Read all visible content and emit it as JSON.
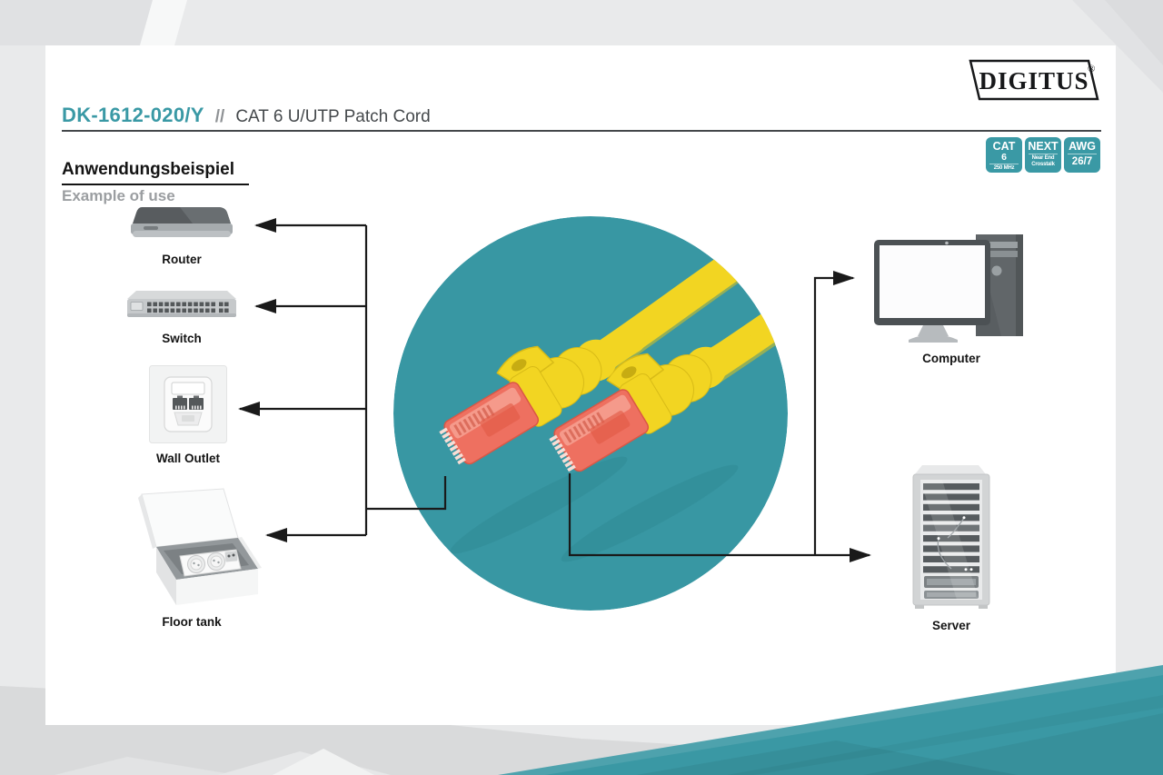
{
  "brand": {
    "logo_text": "DIGITUS",
    "registered": "®"
  },
  "header": {
    "sku": "DK-1612-020/Y",
    "separator": "//",
    "product_name": "CAT 6 U/UTP Patch Cord"
  },
  "section": {
    "heading_de": "Anwendungsbeispiel",
    "heading_en": "Example of use"
  },
  "badges": [
    {
      "title": "CAT",
      "value": "6",
      "note": "250 MHz"
    },
    {
      "title": "NEXT",
      "note1": "Near End",
      "note2": "Crosstalk"
    },
    {
      "title": "AWG",
      "value": "26/7"
    }
  ],
  "devices": {
    "left": [
      {
        "label": "Router"
      },
      {
        "label": "Switch"
      },
      {
        "label": "Wall Outlet"
      },
      {
        "label": "Floor tank"
      }
    ],
    "right": [
      {
        "label": "Computer"
      },
      {
        "label": "Server"
      }
    ]
  },
  "colors": {
    "accent_teal": "#3A99A5",
    "circle_teal": "#3897A3",
    "cable_yellow": "#F2D522",
    "connector_red": "#EE7060",
    "line_black": "#1A1A1A"
  }
}
